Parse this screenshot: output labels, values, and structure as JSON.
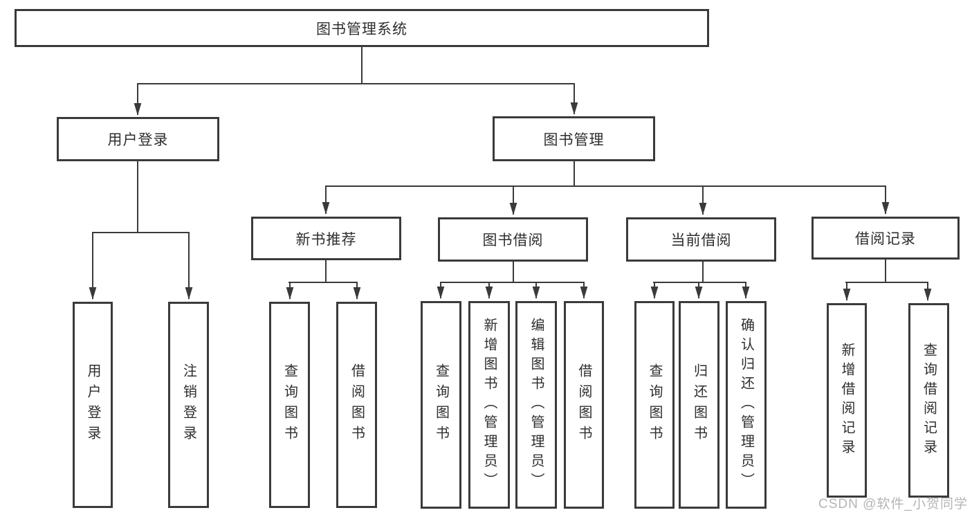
{
  "tree": {
    "root": {
      "label": "图书管理系统"
    },
    "branches": [
      {
        "label": "用户登录",
        "children": [
          {
            "label": "用户登录"
          },
          {
            "label": "注销登录"
          }
        ]
      },
      {
        "label": "图书管理",
        "sections": [
          {
            "label": "新书推荐",
            "children": [
              {
                "label": "查询图书"
              },
              {
                "label": "借阅图书"
              }
            ]
          },
          {
            "label": "图书借阅",
            "children": [
              {
                "label": "查询图书"
              },
              {
                "label": "新增图书（管理员）"
              },
              {
                "label": "编辑图书（管理员）"
              },
              {
                "label": "借阅图书"
              }
            ]
          },
          {
            "label": "当前借阅",
            "children": [
              {
                "label": "查询图书"
              },
              {
                "label": "归还图书"
              },
              {
                "label": "确认归还（管理员）"
              }
            ]
          },
          {
            "label": "借阅记录",
            "children": [
              {
                "label": "新增借阅记录"
              },
              {
                "label": "查询借阅记录"
              }
            ]
          }
        ]
      }
    ]
  },
  "watermark": {
    "text": "CSDN @软件_小贺同学",
    "color": "#b5b5b5"
  },
  "colors": {
    "line": "#3a3a3a",
    "text": "#2e2e2e",
    "background": "#ffffff"
  }
}
